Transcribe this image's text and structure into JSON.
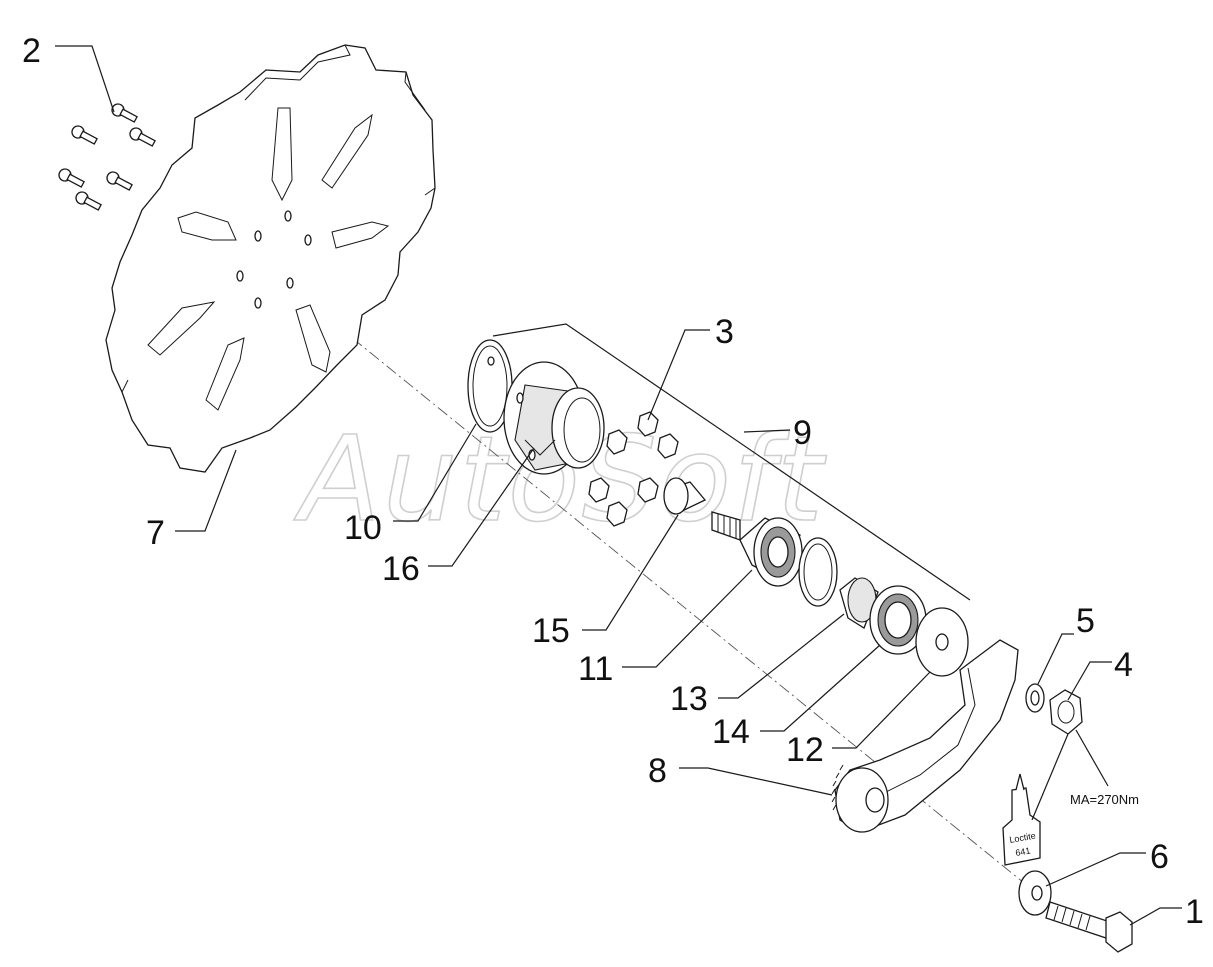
{
  "watermark": "AutoSoft",
  "torque_note": "MA=270Nm",
  "bottle": {
    "line1": "Loctite",
    "line2": "641"
  },
  "callouts": {
    "c1": "1",
    "c2": "2",
    "c3": "3",
    "c4": "4",
    "c5": "5",
    "c6": "6",
    "c7": "7",
    "c8": "8",
    "c9": "9",
    "c10": "10",
    "c11": "11",
    "c12": "12",
    "c13": "13",
    "c14": "14",
    "c15": "15",
    "c16": "16"
  }
}
